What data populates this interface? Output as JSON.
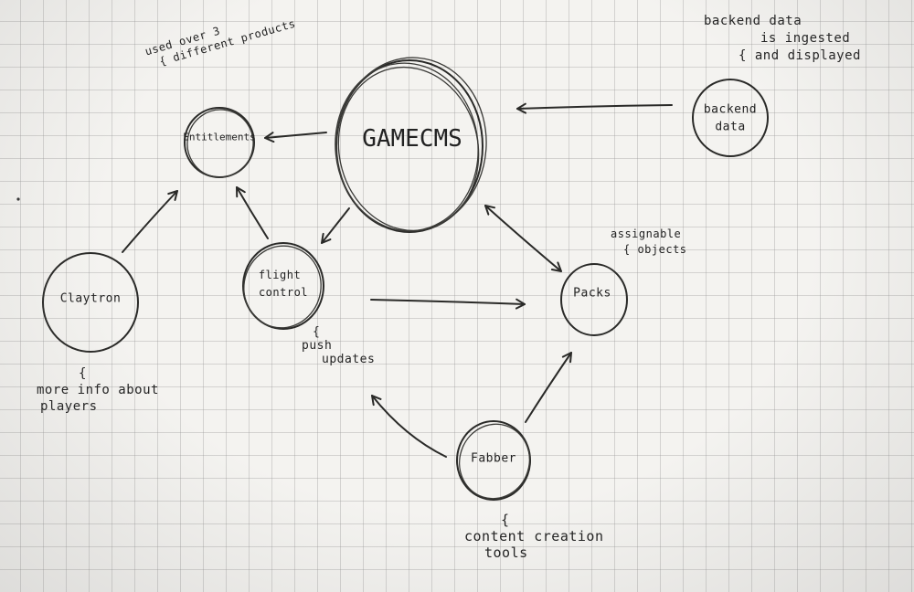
{
  "nodes": {
    "gamecms": "GAMECMS",
    "entitlements": "Entitlements",
    "backend_data_line1": "backend",
    "backend_data_line2": "data",
    "claytron": "Claytron",
    "flight_control_line1": "flight",
    "flight_control_line2": "control",
    "packs": "Packs",
    "fabber": "Fabber"
  },
  "notes": {
    "entitlements_line1": "used over 3",
    "entitlements_line2": "{ different products",
    "backend_line1": "backend data",
    "backend_line2": "is ingested",
    "backend_line3": "{ and displayed",
    "packs_line1": "assignable",
    "packs_line2": "{ objects",
    "flight_line1": "{",
    "flight_line2": "push",
    "flight_line3": "updates",
    "claytron_line1": "{",
    "claytron_line2": "more info about",
    "claytron_line3": "players",
    "fabber_line1": "{",
    "fabber_line2": "content creation",
    "fabber_line3": "tools"
  }
}
